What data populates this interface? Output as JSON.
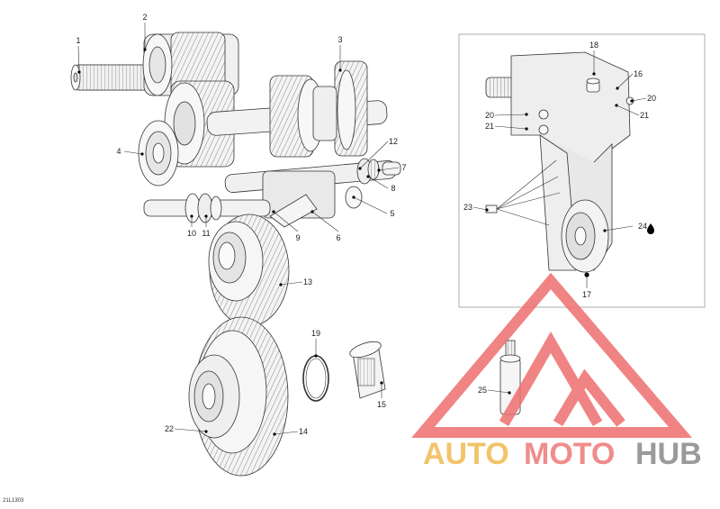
{
  "figure_code": "21L1303",
  "watermark": {
    "parts": [
      "AUTO",
      "MOTO",
      "HUB"
    ],
    "colors": {
      "auto": "#f2c46a",
      "moto": "#f08c8c",
      "hub": "#9a9a9a",
      "logo": "#ee6e6e"
    }
  },
  "callouts": [
    "1",
    "2",
    "3",
    "4",
    "5",
    "6",
    "7",
    "8",
    "9",
    "10",
    "11",
    "12",
    "13",
    "14",
    "15",
    "16",
    "17",
    "18",
    "19",
    "20",
    "20",
    "21",
    "21",
    "22",
    "23",
    "24",
    "25"
  ],
  "colors": {
    "line": "#333333",
    "shade": "#e6e6e6",
    "inset_border": "#999999",
    "dot": "#000000"
  }
}
